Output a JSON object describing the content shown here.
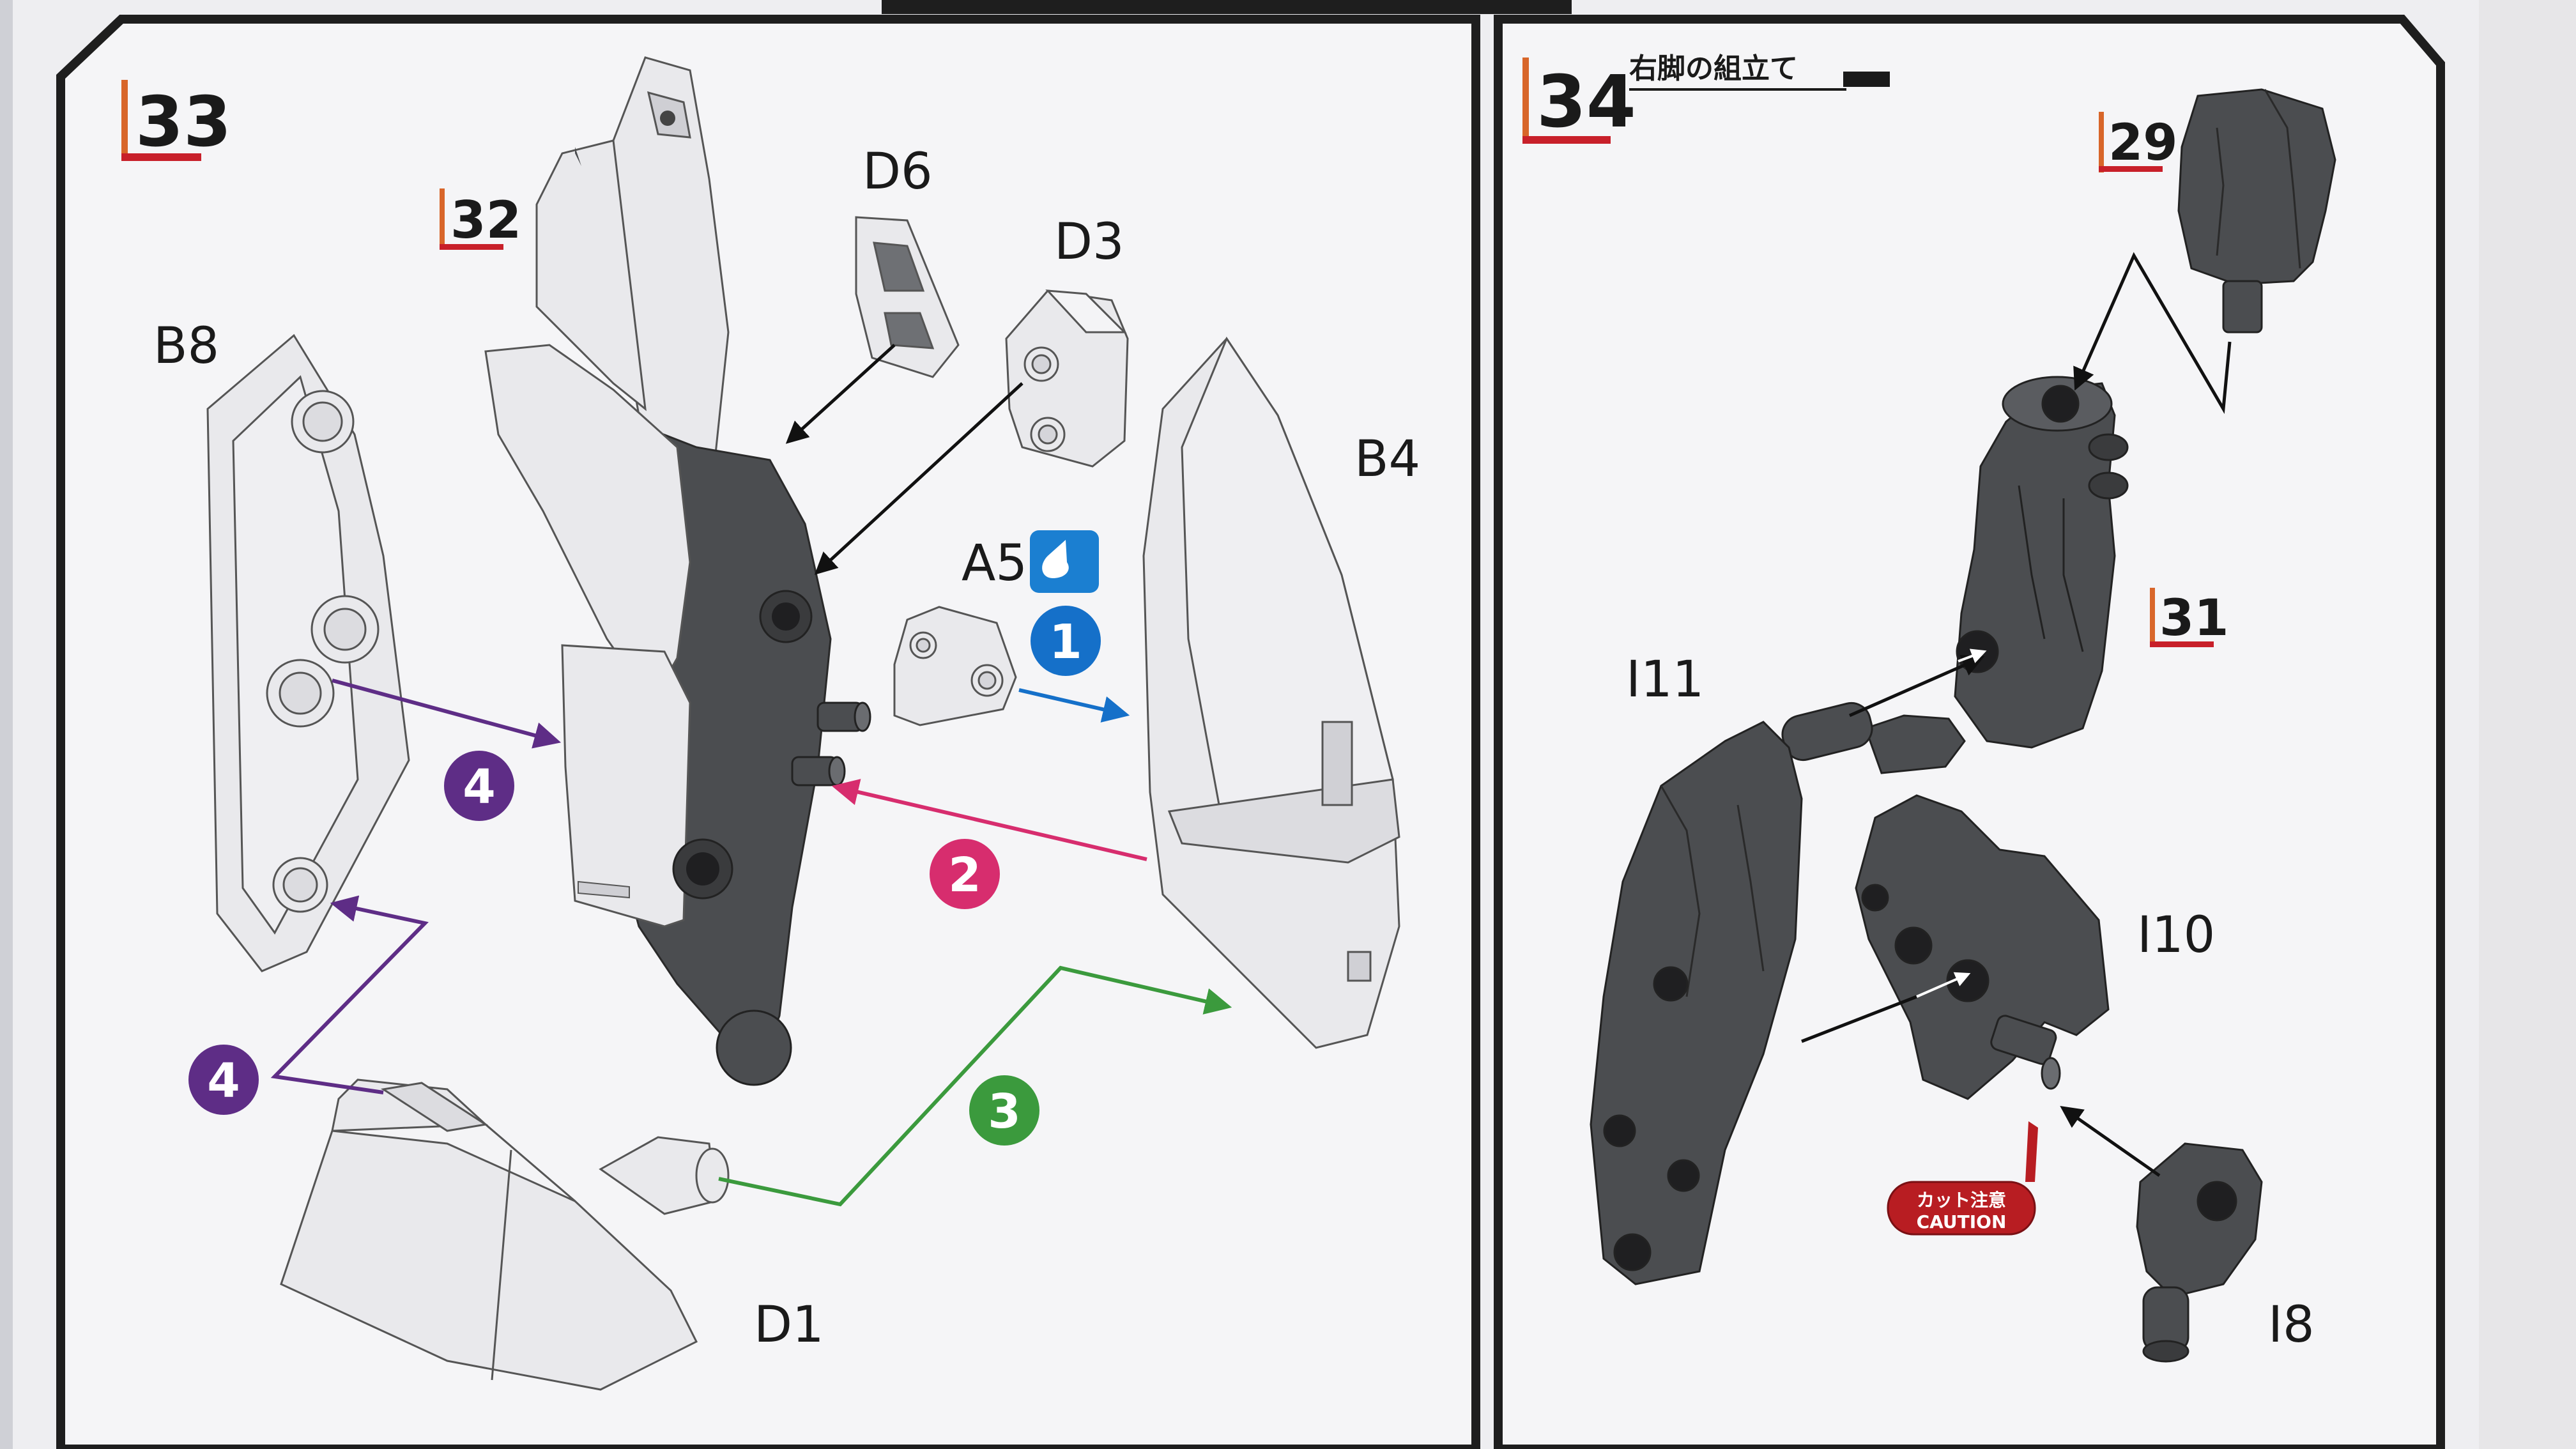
{
  "steps": {
    "left": {
      "number": "33"
    },
    "left_ref": {
      "number": "32"
    },
    "right": {
      "number": "34",
      "title": "右脚の組立て"
    },
    "right_ref_top": {
      "number": "29"
    },
    "right_ref_mid": {
      "number": "31"
    }
  },
  "parts": {
    "b8": "B8",
    "d6": "D6",
    "d3": "D3",
    "b4": "B4",
    "a5": "A5",
    "d1": "D1",
    "i11": "I11",
    "i10": "I10",
    "i8": "I8"
  },
  "order": {
    "one": "1",
    "two": "2",
    "three": "3",
    "four_top": "4",
    "four_bottom": "4"
  },
  "caution": {
    "jp": "カット注意",
    "en": "CAUTION"
  },
  "colors": {
    "paper": "#f4f4f6",
    "frame": "#1e1e1e",
    "dark_part": "#4b4d50",
    "light_part": "#e9e9ec",
    "step_orange": "#d8662a",
    "step_red": "#c8202a",
    "num_blue": "#1570c9",
    "num_magenta": "#d72d6e",
    "num_green": "#3b9a3d",
    "num_purple": "#5e2d86",
    "caution_red": "#b81d22"
  },
  "icons": {
    "glue": "glue-drop-icon"
  }
}
